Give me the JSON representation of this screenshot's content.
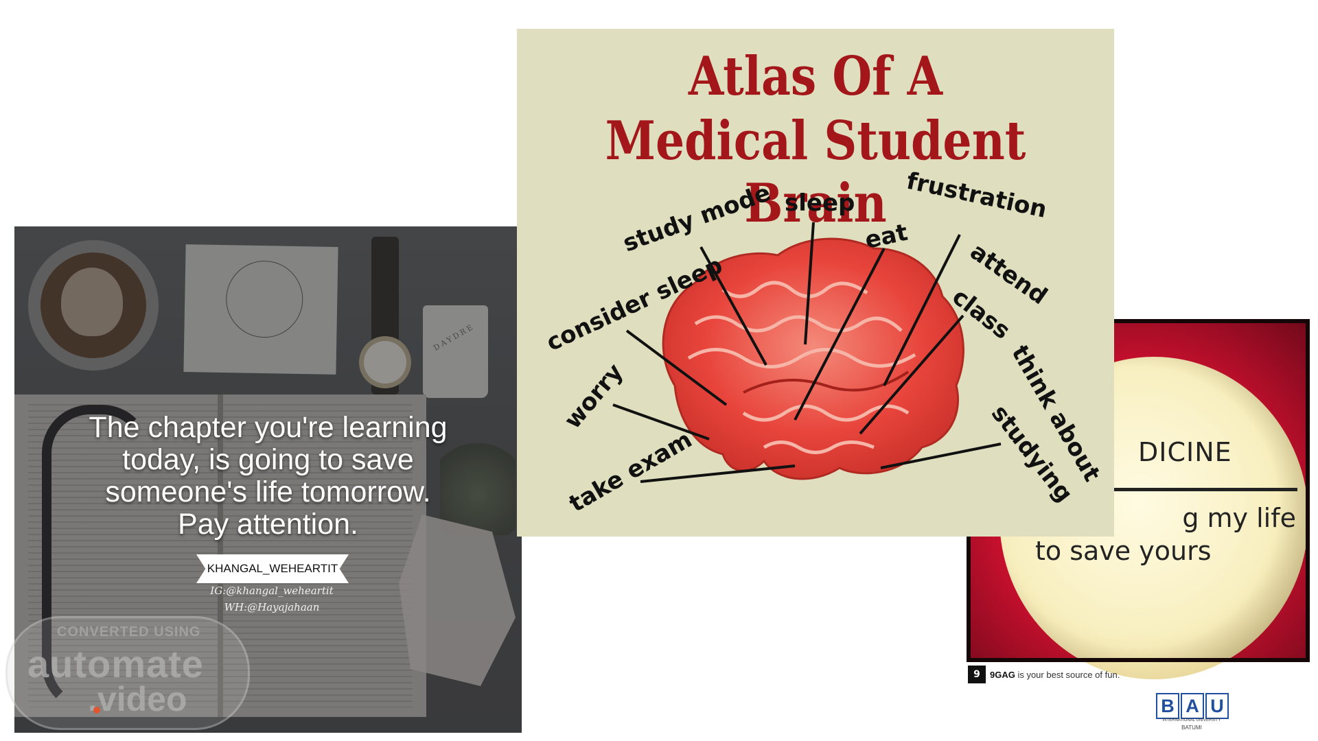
{
  "left_photo": {
    "quote_lines": [
      "The chapter you're learning",
      "today, is going to save",
      "someone's life tomorrow.",
      "Pay attention."
    ],
    "banner": "KHANGAL_WEHEARTIT",
    "handle_ig": "IG:@khangal_weheartit",
    "handle_wh": "WH:@Hayajahaan",
    "cup_text": "DAYDRE"
  },
  "watermark": {
    "top": "CONVERTED USING",
    "main": "automate",
    "sub": ".video"
  },
  "atlas": {
    "title_line1": "Atlas Of A",
    "title_line2": "Medical Student Brain",
    "labels": {
      "study_mode": "study mode",
      "sleep": "sleep",
      "frustration": "frustration",
      "eat": "eat",
      "attend": "attend",
      "class": "class",
      "consider_sleep": "consider sleep",
      "worry": "worry",
      "think_about": "think about",
      "studying": "studying",
      "take_exam": "take exam"
    },
    "colors": {
      "title": "#a3161a",
      "background": "#dfdfbf",
      "brain": "#e8453c"
    }
  },
  "red_card": {
    "line1": "DICINE",
    "line2": "g my life",
    "line3": "to save yours",
    "colors": {
      "border": "#c8102e",
      "circle": "#fff8d6"
    }
  },
  "gag": {
    "icon": "9",
    "brand": "9GAG",
    "tagline": " is your best source of fun."
  },
  "bau": {
    "letters": [
      "B",
      "A",
      "U"
    ],
    "sub1": "INTERNATIONAL UNIVERSITY",
    "sub2": "BATUMI"
  }
}
